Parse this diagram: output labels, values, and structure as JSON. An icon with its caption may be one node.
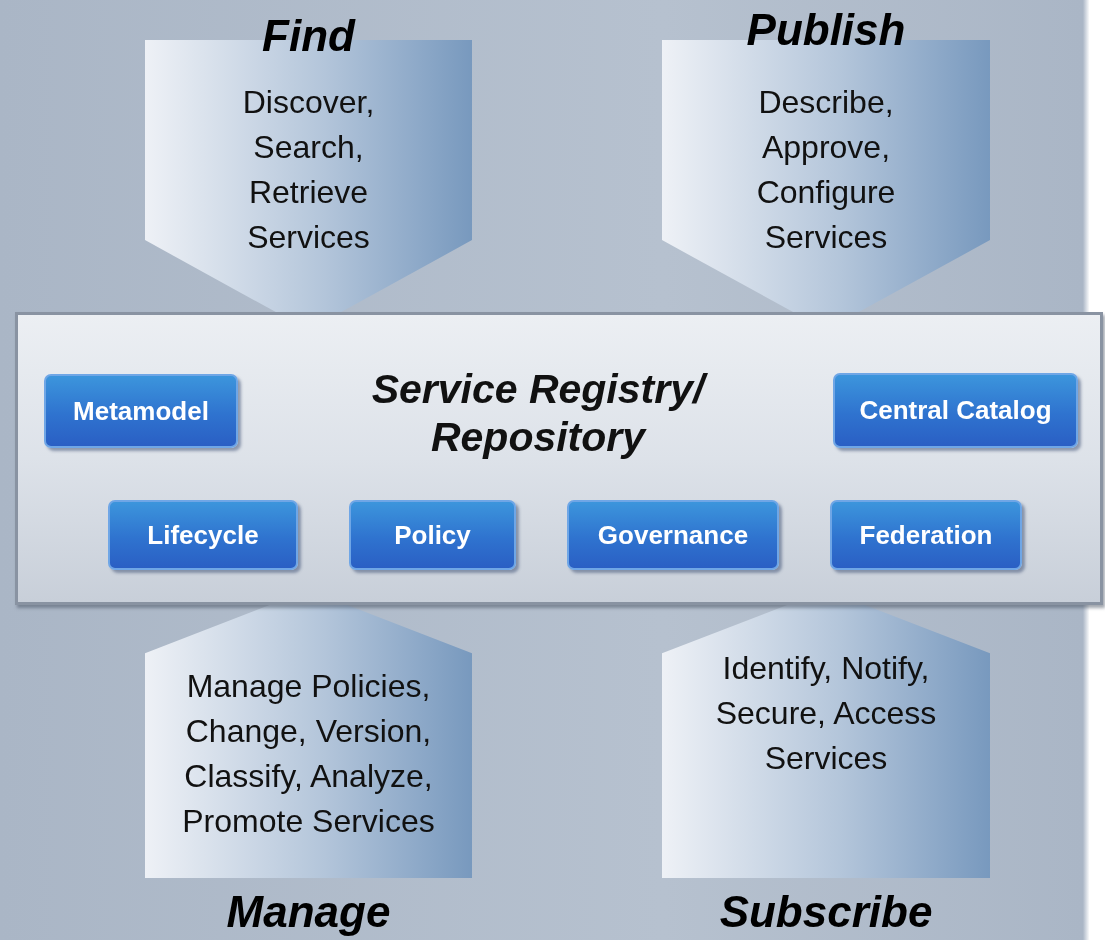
{
  "diagram": {
    "nodes": [
      {
        "text": [
          "Find",
          "Discover, Search, Retrieve Services"
        ]
      },
      {
        "text": [
          "Publish",
          "Describe, Approve, Configure Services"
        ]
      },
      {
        "text": [
          "Service Registry/ Repository"
        ]
      },
      {
        "text": [
          "Metamodel"
        ],
        "in": 2
      },
      {
        "text": [
          "Central Catalog"
        ],
        "in": 2
      },
      {
        "text": [
          "Lifecycle"
        ],
        "in": 2
      },
      {
        "text": [
          "Policy"
        ],
        "in": 2
      },
      {
        "text": [
          "Governance"
        ],
        "in": 2
      },
      {
        "text": [
          "Federation"
        ],
        "in": 2
      },
      {
        "text": [
          "Manage Policies, Change, Version, Classify, Analyze, Promote Services",
          "Manage"
        ]
      },
      {
        "text": [
          "Identify, Notify, Secure, Access Services",
          "Subscribe"
        ]
      }
    ]
  }
}
